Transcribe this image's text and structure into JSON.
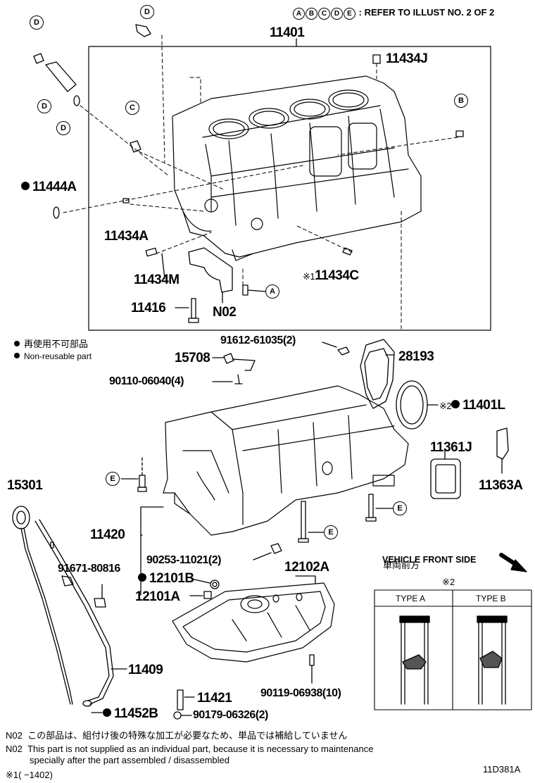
{
  "header": {
    "ref_circles": [
      "A",
      "B",
      "C",
      "D",
      "E"
    ],
    "ref_text": ": REFER TO ILLUST NO. 2 OF 2"
  },
  "parts": {
    "p11401": "11401",
    "p11434J": "11434J",
    "p11444A": "11444A",
    "p11434A": "11434A",
    "p11434M": "11434M",
    "p11434C": "11434C",
    "p11434C_mark": "※1",
    "p11416": "11416",
    "pN02": "N02",
    "p91612": "91612-61035(2)",
    "p28193": "28193",
    "p15708": "15708",
    "p90110": "90110-06040(4)",
    "p11401L": "11401L",
    "p11401L_mark": "※2",
    "p11361J": "11361J",
    "p11363A": "11363A",
    "p15301": "15301",
    "p11420": "11420",
    "p90253": "90253-11021(2)",
    "p91671": "91671-80816",
    "p12101B": "12101B",
    "p12101A": "12101A",
    "p12102A": "12102A",
    "p11409": "11409",
    "p11421": "11421",
    "p90119": "90119-06938(10)",
    "p11452B": "11452B",
    "p90179": "90179-06326(2)"
  },
  "callouts": {
    "D1": "D",
    "D2": "D",
    "D3": "D",
    "D4": "D",
    "C1": "C",
    "B1": "B",
    "A1": "A",
    "E1": "E",
    "E2": "E",
    "E3": "E"
  },
  "legend": {
    "jp": "再使用不可部品",
    "en": "Non-reusable part"
  },
  "vehicle_front": {
    "jp": "車両前方",
    "en": "VEHICLE FRONT SIDE"
  },
  "type_table": {
    "mark": "※2",
    "col_a": "TYPE A",
    "col_b": "TYPE B"
  },
  "notes": {
    "n1_code": "N02",
    "n1_text": "この部品は、組付け後の特殊な加工が必要なため、単品では補給していません",
    "n2_code": "N02",
    "n2_text": "This part is not supplied as an individual part, because it is necessary to maintenance",
    "n3_text": "specially after the part assembled / disassembled",
    "n4_mark": "※1",
    "n4_text": "(      −1402)"
  },
  "illust_code": "11D381A"
}
